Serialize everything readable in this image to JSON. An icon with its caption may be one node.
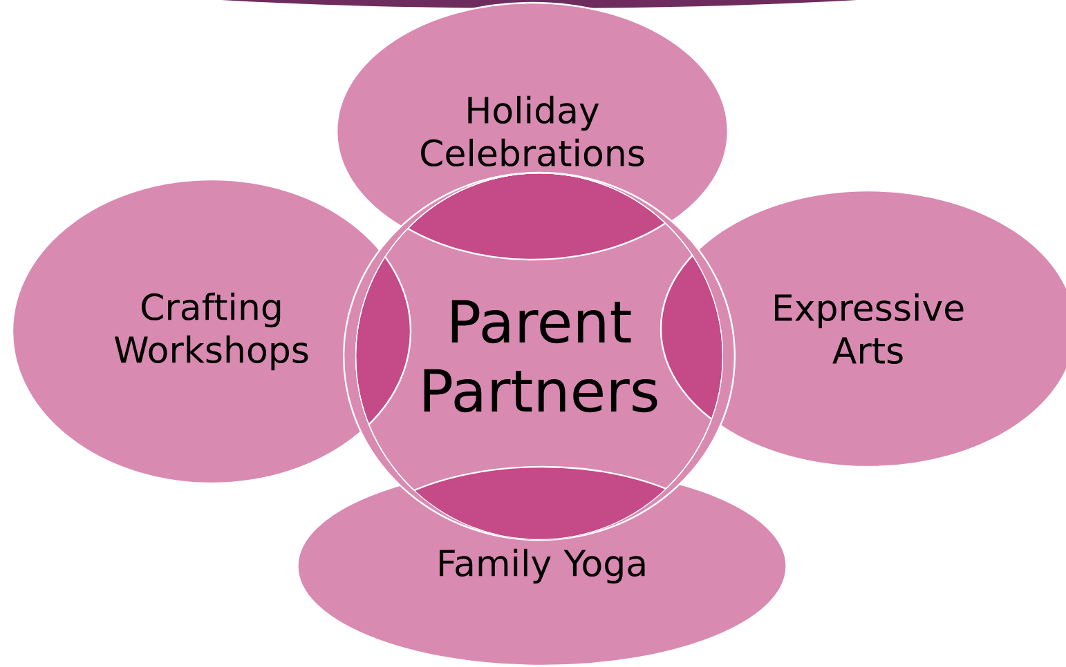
{
  "diagram": {
    "nodes": [
      {
        "text": [
          "Holiday Celebrations"
        ]
      },
      {
        "text": [
          "Crafting Workshops"
        ]
      },
      {
        "text": [
          "Parent Partners"
        ]
      },
      {
        "text": [
          "Expressive Arts"
        ]
      },
      {
        "text": [
          "Family Yoga"
        ]
      }
    ]
  }
}
